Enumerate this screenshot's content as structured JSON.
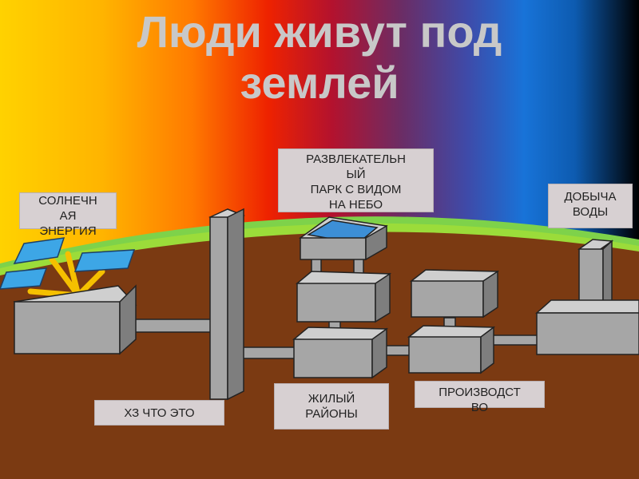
{
  "title": {
    "line1": "Люди живут под",
    "line2": "землей"
  },
  "labels": {
    "solar": "СОЛНЕЧН\nАЯ\nЭНЕРГИЯ",
    "amusement": "РАЗВЛЕКАТЕЛЬН\nЫЙ\nПАРК С ВИДОМ\nНА НЕБО",
    "water": "ДОБЫЧА\nВОДЫ",
    "unknown": "ХЗ ЧТО ЭТО",
    "residential": "ЖИЛЫЙ\nРАЙОНЫ",
    "production": "ПРОИЗВОДСТ\nВО"
  },
  "colors": {
    "ground": "#7b3a12",
    "building_front": "#a6a6a6",
    "building_top": "#cfcfcf",
    "building_side": "#7e7e7e",
    "solar_panel": "#3da6e6",
    "beams": "#f5c000",
    "horizon_band": "#7ed24a"
  }
}
